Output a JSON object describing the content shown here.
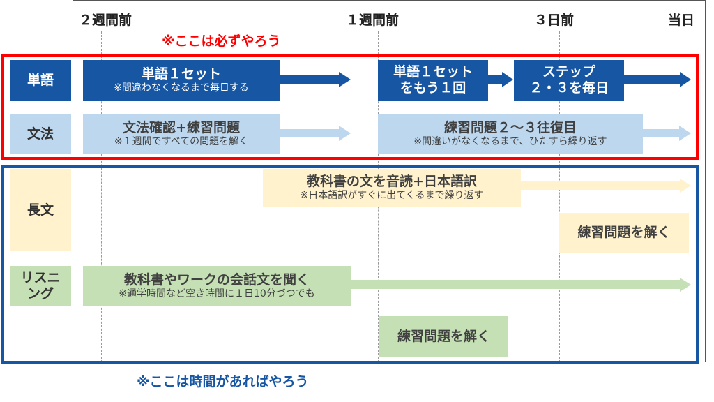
{
  "columns": [
    {
      "label": "２週間前"
    },
    {
      "label": "１週間前"
    },
    {
      "label": "３日前"
    },
    {
      "label": "当日"
    }
  ],
  "must_do_note": "※ここは必ずやろう",
  "optional_note": "※ここは時間があればやろう",
  "colors": {
    "must_border": "#ff0000",
    "optional_border": "#1656a3",
    "vocab": "#1656a3",
    "grammar": "#bdd7ee",
    "reading": "#fff2cc",
    "listening": "#c5e0b4"
  },
  "rows": {
    "vocab": {
      "label": "単語",
      "tasks": [
        {
          "title": "単語１セット",
          "sub": "※間違わなくなるまで毎日する"
        },
        {
          "title": "単語１セット",
          "title2": "をもう１回"
        },
        {
          "title": "ステップ",
          "title2": "２・３を毎日"
        }
      ]
    },
    "grammar": {
      "label": "文法",
      "tasks": [
        {
          "title": "文法確認+練習問題",
          "sub": "※１週間ですべての問題を解く"
        },
        {
          "title": "練習問題２～３往復目",
          "sub": "※間違いがなくなるまで、ひたすら繰り返す"
        }
      ]
    },
    "reading": {
      "label": "長文",
      "tasks": [
        {
          "title": "教科書の文を音読+日本語訳",
          "sub": "※日本語訳がすぐに出てくるまで繰り返す"
        },
        {
          "title": "練習問題を解く"
        }
      ]
    },
    "listening": {
      "label_line1": "リスニ",
      "label_line2": "ング",
      "tasks": [
        {
          "title": "教科書やワークの会話文を聞く",
          "sub": "※通学時間など空き時間に１日10分づつでも"
        },
        {
          "title": "練習問題を解く"
        }
      ]
    }
  }
}
